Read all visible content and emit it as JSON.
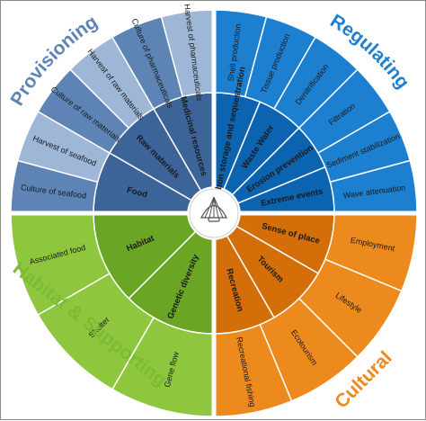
{
  "quadrants": [
    {
      "id": "provisioning",
      "title": "Provisioning",
      "colors": {
        "outer": "#5d84b5",
        "outerAlt": "#9eb7d7",
        "inner": "#3d6499",
        "title": "#5d84b5"
      },
      "inner_items": [
        "Food",
        "Raw materials",
        "Medicinal resources"
      ],
      "outer_items": [
        "Culture of seafood",
        "Harvest of seafood",
        "Culture of raw materials",
        "Harvest of raw materials",
        "Culture of pharmaceuticals",
        "Harvest of pharmaceuticals"
      ]
    },
    {
      "id": "regulating",
      "title": "Regulating",
      "colors": {
        "outer": "#1d7fd0",
        "inner": "#0c63b0",
        "title": "#1d7fd0"
      },
      "inner_items": [
        "Carbon storage and sequestration",
        "Waste Water",
        "Erosion prevention",
        "Extreme events"
      ],
      "outer_items": [
        "Shell production",
        "Tissue production",
        "Denitrification",
        "Filtration",
        "Sediment stabilization",
        "Wave attenuation"
      ]
    },
    {
      "id": "cultural",
      "title": "Cultural",
      "colors": {
        "outer": "#ec8a1e",
        "inner": "#d36e09",
        "title": "#ec8a1e"
      },
      "inner_items": [
        "Sense of place",
        "Tourism",
        "Recreation"
      ],
      "outer_items": [
        "Employment",
        "Lifestyle",
        "Ecotourism",
        "Recreational fishing"
      ]
    },
    {
      "id": "habitat",
      "title": "Habitat & Supporting",
      "colors": {
        "outer": "#8ec63e",
        "inner": "#6aa523",
        "title": "#7dbb32"
      },
      "inner_items": [
        "Genetic diversity",
        "Habitat"
      ],
      "outer_items": [
        "Gene flow",
        "Shelter",
        "Associated food"
      ]
    }
  ],
  "center_icon": "shell-icon"
}
